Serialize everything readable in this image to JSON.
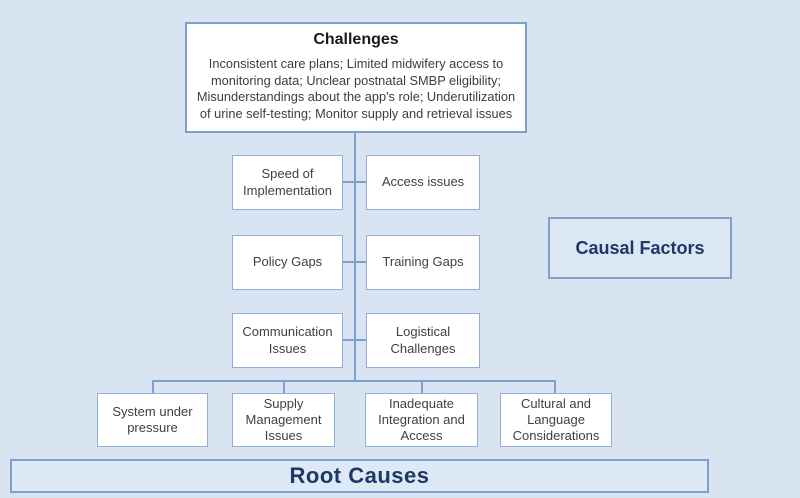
{
  "colors": {
    "page_background": "#d9e4f2",
    "box_fill": "#ffffff",
    "box_border": "#93afd7",
    "emphasis_border": "#7d9fce",
    "band_fill": "#dee9f7",
    "connector": "#7da2d0",
    "text": "#404040",
    "navy_text": "#1f3864"
  },
  "challenges": {
    "title": "Challenges",
    "body": "Inconsistent care plans; Limited midwifery access to monitoring data; Unclear postnatal SMBP eligibility; Misunderstandings about the app's role; Underutilization of urine self-testing; Monitor supply and retrieval issues"
  },
  "causal_factors_label": "Causal Factors",
  "factor_rows": [
    {
      "left": "Speed of Implementation",
      "right": "Access issues"
    },
    {
      "left": "Policy Gaps",
      "right": "Training Gaps"
    },
    {
      "left": "Communication Issues",
      "right": "Logistical Challenges"
    }
  ],
  "root_causes": {
    "label": "Root Causes",
    "items": [
      "System under pressure",
      "Supply Management Issues",
      "Inadequate Integration and Access",
      "Cultural and Language Considerations"
    ]
  }
}
